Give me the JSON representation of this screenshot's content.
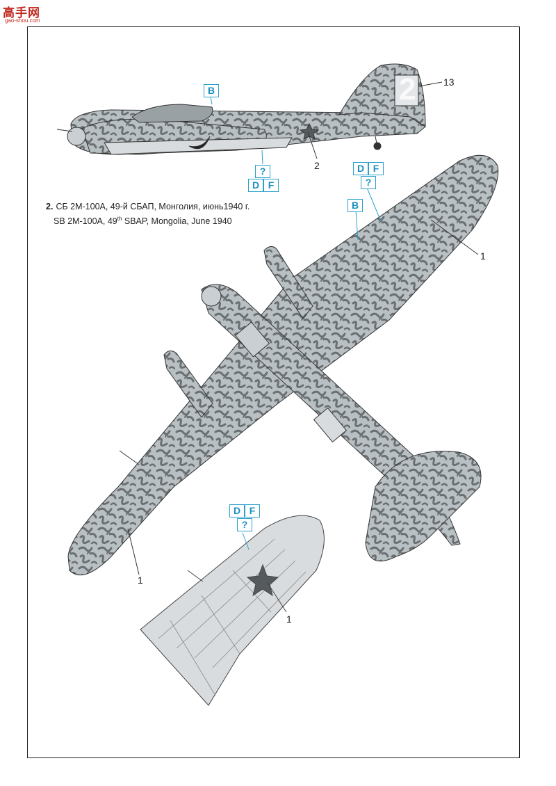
{
  "watermark": {
    "glyphs": "高手网",
    "url": "gao-shou.com"
  },
  "caption": {
    "number": "2.",
    "russian": "СБ 2М-100А, 49-й СБАП, Монголия, июнь1940 г.",
    "english_prefix": "SB 2M-100A, 49",
    "english_sup": "th",
    "english_suffix": " SBAP, Mongolia, June 1940"
  },
  "side_view": {
    "tail_number": "2",
    "code_top": "B",
    "code_q": "?",
    "code_d": "D",
    "code_f": "F",
    "callout_13": "13",
    "callout_2": "2"
  },
  "top_view": {
    "code_d": "D",
    "code_f": "F",
    "code_q": "?",
    "code_b": "B",
    "callout_1_right": "1",
    "callout_1_left": "1"
  },
  "wing_underside": {
    "code_d": "D",
    "code_f": "F",
    "code_q": "?",
    "callout_1": "1"
  },
  "colors": {
    "camo_light": "#b9c0c4",
    "camo_dark": "#6a6f72",
    "underside": "#d9dcde",
    "code_blue": "#2aa0cc",
    "star": "#555a5d",
    "watermark_red": "#c0281f"
  }
}
